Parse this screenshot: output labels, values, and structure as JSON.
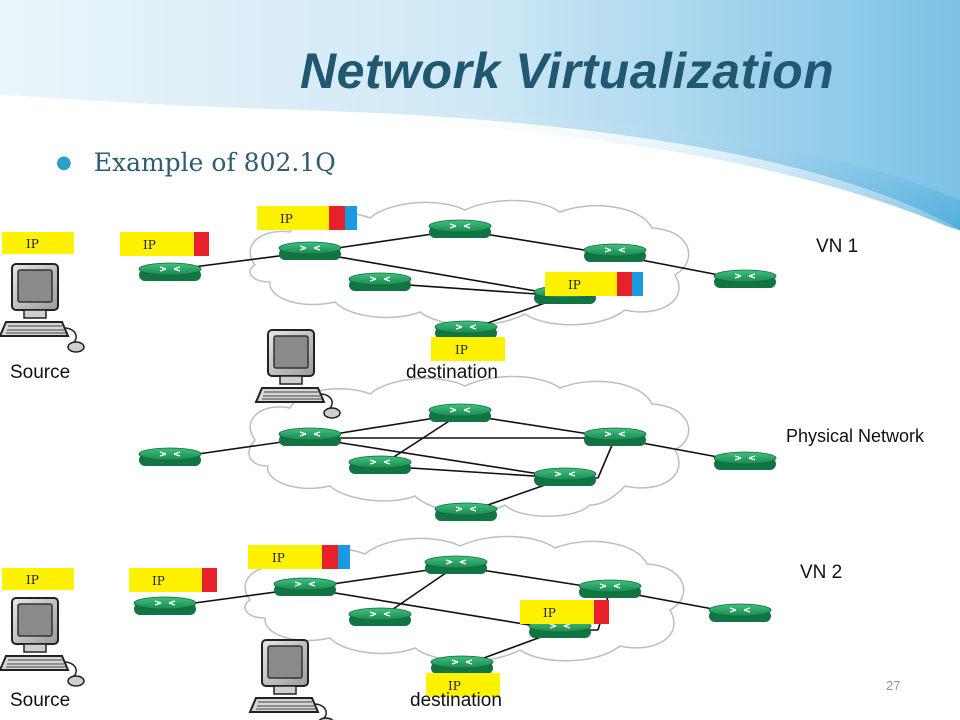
{
  "slide": {
    "title": "Network Virtualization",
    "bullet": "Example of 802.1Q",
    "page_number": "27"
  },
  "labels": {
    "vn1": "VN 1",
    "physical": "Physical Network",
    "vn2": "VN 2",
    "source_top": "Source",
    "destination_top": "destination",
    "source_bottom": "Source",
    "destination_bottom": "destination"
  },
  "packet_label": "IP",
  "colors": {
    "title": "#1f5870",
    "packet_body": "#fff200",
    "tag_red": "#e8202a",
    "tag_blue": "#1a9ae0",
    "router": "#1f9a5a",
    "link": "#111111",
    "cloud_stroke": "#b8bfc4"
  }
}
